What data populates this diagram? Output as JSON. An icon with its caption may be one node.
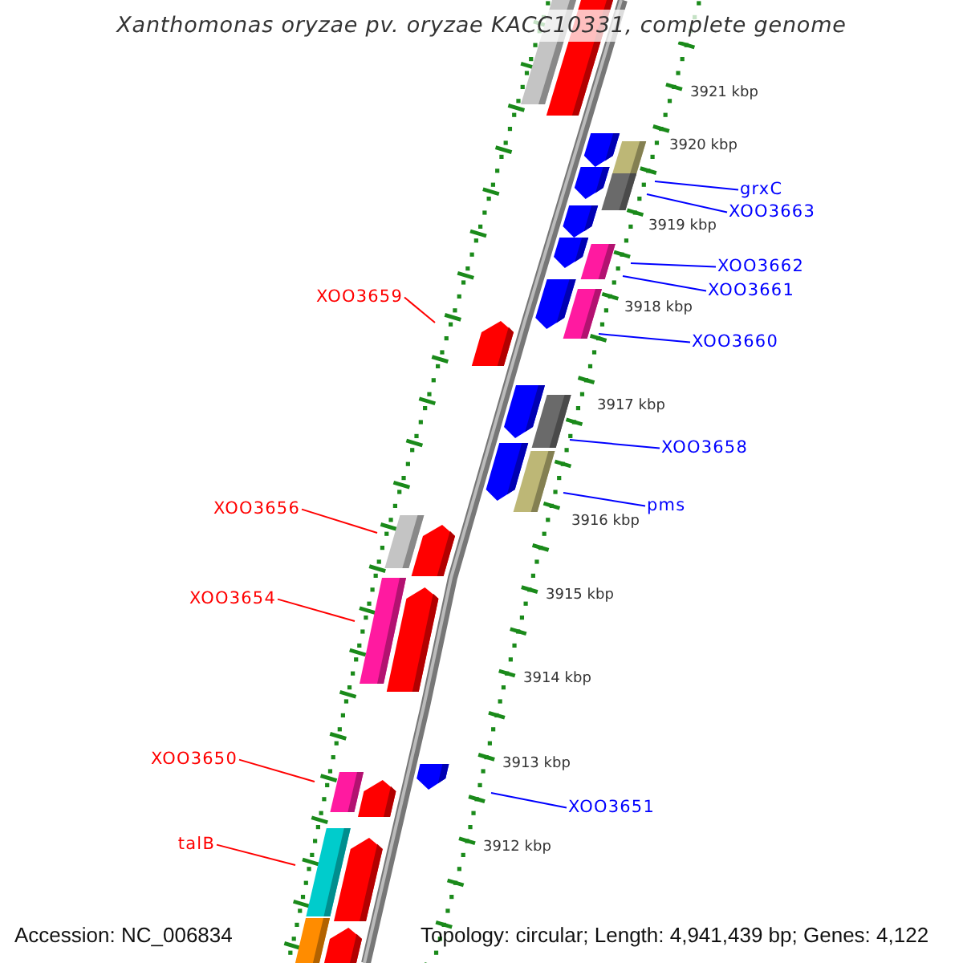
{
  "diagram": {
    "title": "Xanthomonas oryzae pv. oryzae KACC10331, complete genome",
    "nodes": [
      {
        "text": [
          "grxC"
        ]
      },
      {
        "text": [
          "XOO3663"
        ]
      },
      {
        "text": [
          "XOO3662"
        ]
      },
      {
        "text": [
          "XOO3661"
        ]
      },
      {
        "text": [
          "XOO3659"
        ]
      },
      {
        "text": [
          "XOO3660"
        ]
      },
      {
        "text": [
          "XOO3658"
        ]
      },
      {
        "text": [
          "pms"
        ]
      },
      {
        "text": [
          "XOO3656"
        ]
      },
      {
        "text": [
          "XOO3654"
        ]
      },
      {
        "text": [
          "XOO3650"
        ]
      },
      {
        "text": [
          "XOO3651"
        ]
      },
      {
        "text": [
          "talB"
        ]
      }
    ],
    "edges": [
      {
        "from": 0,
        "to": null,
        "arrow": "none"
      },
      {
        "from": 1,
        "to": null,
        "arrow": "none"
      },
      {
        "from": 2,
        "to": null,
        "arrow": "none"
      },
      {
        "from": 3,
        "to": null,
        "arrow": "none"
      },
      {
        "from": 4,
        "to": null,
        "arrow": "none",
        "color": "#ff0000"
      },
      {
        "from": 5,
        "to": null,
        "arrow": "none"
      },
      {
        "from": 6,
        "to": null,
        "arrow": "none"
      },
      {
        "from": 7,
        "to": null,
        "arrow": "none"
      },
      {
        "from": 8,
        "to": null,
        "arrow": "none",
        "color": "#ff0000"
      },
      {
        "from": 9,
        "to": null,
        "arrow": "none",
        "color": "#ff0000"
      },
      {
        "from": 10,
        "to": null,
        "arrow": "none",
        "color": "#ff0000"
      },
      {
        "from": 11,
        "to": null,
        "arrow": "none"
      },
      {
        "from": 12,
        "to": null,
        "arrow": "none",
        "color": "#ff0000"
      }
    ],
    "labels": [
      "3921 kbp",
      "3920 kbp",
      "3919 kbp",
      "3918 kbp",
      "3917 kbp",
      "3916 kbp",
      "3915 kbp",
      "3914 kbp",
      "3913 kbp",
      "3912 kbp",
      "Accession: NC_006834",
      "Topology: circular; Length: 4,941,439 bp; Genes: 4,122"
    ]
  }
}
